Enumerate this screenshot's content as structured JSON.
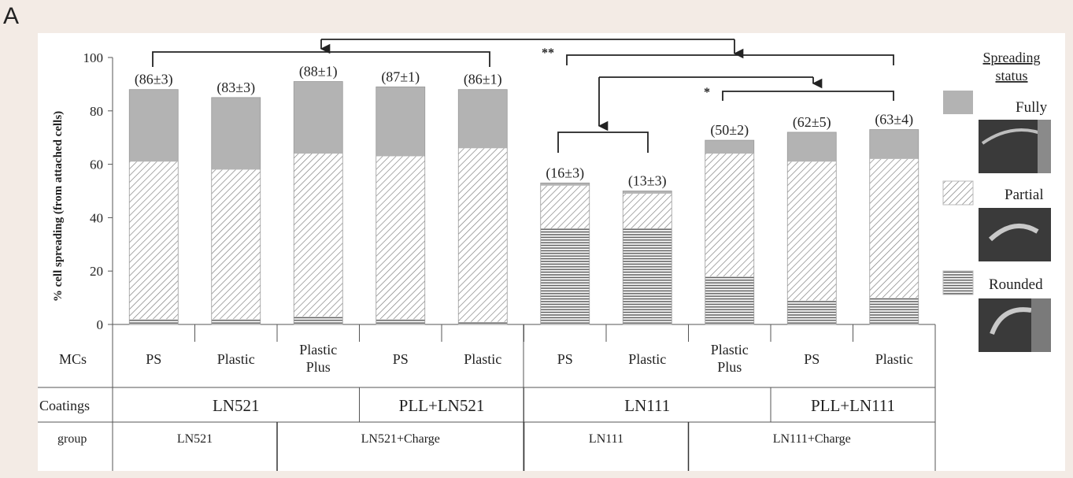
{
  "panel_label": "A",
  "legend": {
    "title_line1": "Spreading",
    "title_line2": "status",
    "items": [
      {
        "label": "Fully",
        "pattern": "solid-gray"
      },
      {
        "label": "Partial",
        "pattern": "diagonal-hatch"
      },
      {
        "label": "Rounded",
        "pattern": "horizontal-lines"
      }
    ]
  },
  "table": {
    "mcs_header": "MCs",
    "coatings_header": "Coatings",
    "group_header": "group",
    "coatings": [
      {
        "label": "LN521",
        "span": 3
      },
      {
        "label": "PLL+LN521",
        "span": 2
      },
      {
        "label": "LN111",
        "span": 3
      },
      {
        "label": "PLL+LN111",
        "span": 2
      }
    ],
    "groups": [
      {
        "label": "LN521",
        "span": 2
      },
      {
        "label": "LN521+Charge",
        "span": 3
      },
      {
        "label": "LN111",
        "span": 2
      },
      {
        "label": "LN111+Charge",
        "span": 3
      }
    ]
  },
  "significance": {
    "double_star": "**",
    "single_star": "*"
  },
  "colors": {
    "fully": "#b3b3b3",
    "pattern_lines": "#6a6a6a",
    "axis": "#555555",
    "bracket": "#222222"
  },
  "chart_data": {
    "type": "bar",
    "stacked": true,
    "ylabel": "% cell spreading (from attached cells)",
    "ylim": [
      0,
      100
    ],
    "yticks": [
      0,
      20,
      40,
      60,
      80,
      100
    ],
    "categories": [
      [
        "PS"
      ],
      [
        "Plastic"
      ],
      [
        "Plastic",
        "Plus"
      ],
      [
        "PS"
      ],
      [
        "Plastic"
      ],
      [
        "PS"
      ],
      [
        "Plastic"
      ],
      [
        "Plastic",
        "Plus"
      ],
      [
        "PS"
      ],
      [
        "Plastic"
      ]
    ],
    "bar_labels": [
      "(86±3)",
      "(83±3)",
      "(88±1)",
      "(87±1)",
      "(86±1)",
      "(16±3)",
      "(13±3)",
      "(50±2)",
      "(62±5)",
      "(63±4)"
    ],
    "series": [
      {
        "name": "Rounded",
        "values": [
          2,
          2,
          3,
          2,
          1,
          36,
          36,
          18,
          9,
          10
        ]
      },
      {
        "name": "Partial",
        "values": [
          59,
          56,
          61,
          61,
          65,
          16,
          13,
          46,
          52,
          52
        ]
      },
      {
        "name": "Fully",
        "values": [
          27,
          27,
          27,
          26,
          22,
          1,
          1,
          5,
          11,
          11
        ]
      }
    ]
  }
}
